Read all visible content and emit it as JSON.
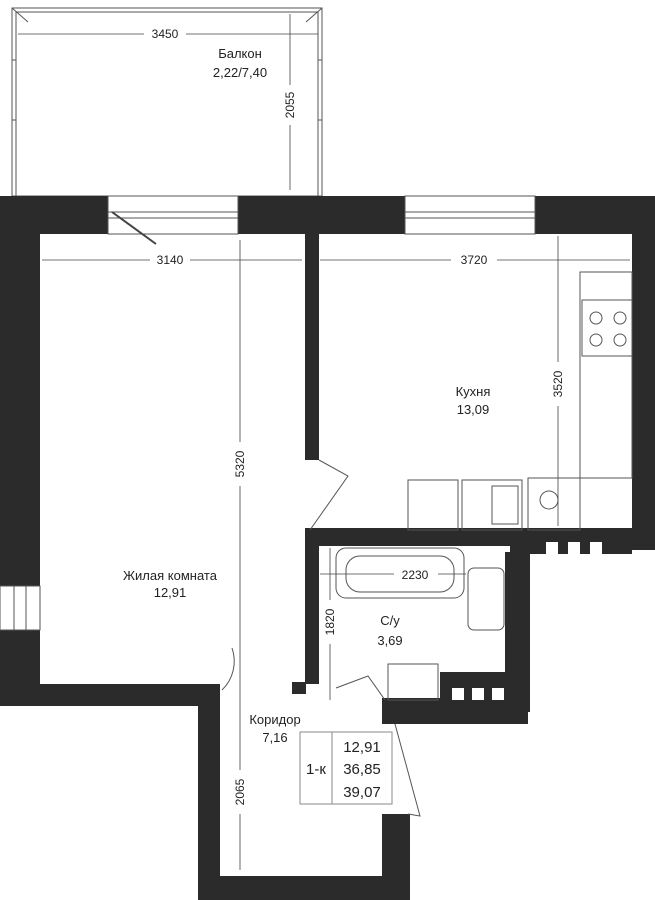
{
  "rooms": {
    "balcony": {
      "name": "Балкон",
      "area": "2,22/7,40"
    },
    "kitchen": {
      "name": "Кухня",
      "area": "13,09"
    },
    "living": {
      "name": "Жилая комната",
      "area": "12,91"
    },
    "bathroom": {
      "name": "С/у",
      "area": "3,69"
    },
    "corridor": {
      "name": "Коридор",
      "area": "7,16"
    }
  },
  "dimensions": {
    "balcony_width": "3450",
    "balcony_depth": "2055",
    "living_width": "3140",
    "living_length": "5320",
    "kitchen_width": "3720",
    "kitchen_depth": "3520",
    "bath_width": "2230",
    "bath_depth": "1820",
    "corridor_length": "2065"
  },
  "summary": {
    "type": "1-к",
    "living_area": "12,91",
    "total_area": "36,85",
    "total_with_balcony": "39,07"
  }
}
